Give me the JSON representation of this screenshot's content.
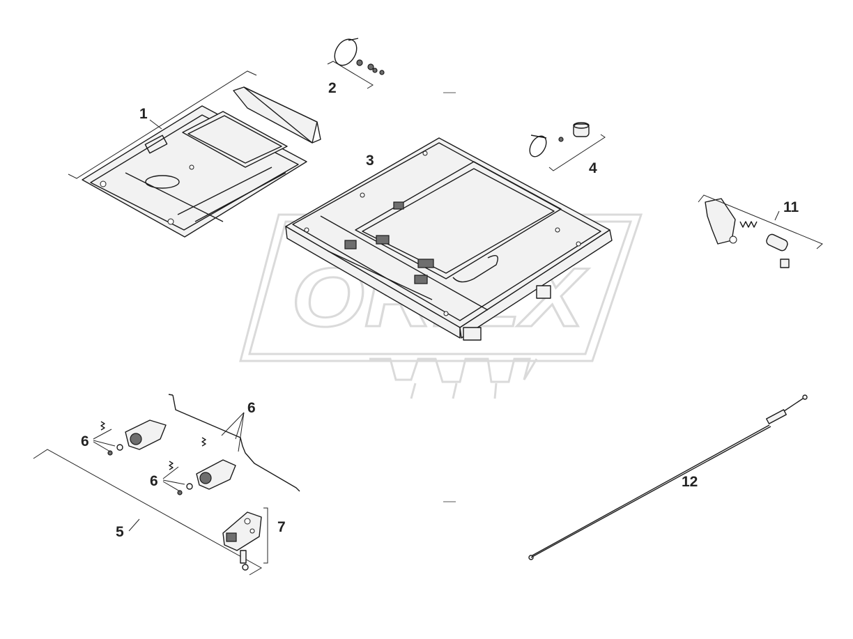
{
  "watermark": {
    "text": "ORIEX",
    "color": "#c8c8c8"
  },
  "callouts": [
    "1",
    "2",
    "3",
    "4",
    "5",
    "6",
    "6",
    "6",
    "7",
    "11",
    "12"
  ]
}
